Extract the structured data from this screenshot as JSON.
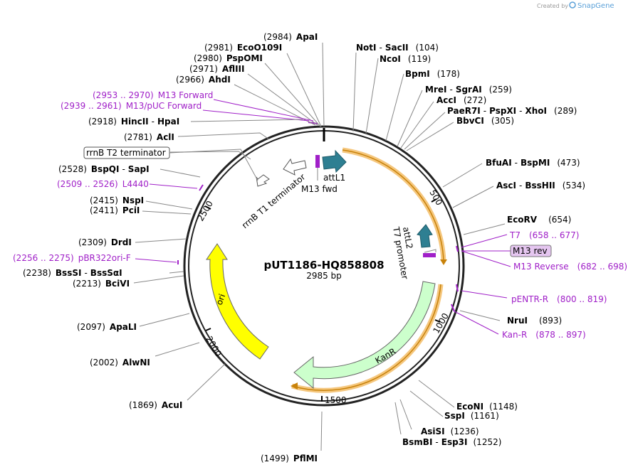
{
  "app": {
    "credit": "Created by",
    "brand": "SnapGene"
  },
  "plasmid": {
    "name": "pUT1186-HQ858808",
    "size_label": "2985 bp",
    "length": 2985
  },
  "ticks": [
    "500",
    "1000",
    "1500",
    "2000",
    "2500"
  ],
  "colors": {
    "backbone": "#222222",
    "primer": "#a020c8",
    "cds_teal": "#2e7f92",
    "kanr_fill": "#ccffcc",
    "ori_fill": "#ffff00",
    "orange_band": "#f5c77e",
    "orange_line": "#c8820a",
    "feature_outline": "#888888"
  },
  "sites": [
    {
      "id": "apai",
      "pos": "(2984)",
      "name": "ApaI"
    },
    {
      "id": "eco0109i",
      "pos": "(2981)",
      "name": "EcoO109I"
    },
    {
      "id": "pspomi",
      "pos": "(2980)",
      "name": "PspOMI"
    },
    {
      "id": "aflii",
      "pos": "(2971)",
      "name": "AflIII"
    },
    {
      "id": "ahdi",
      "pos": "(2966)",
      "name": "AhdI"
    },
    {
      "id": "hincii",
      "pos": "(2918)",
      "name": "HincII",
      "name2": "HpaI"
    },
    {
      "id": "acli",
      "pos": "(2781)",
      "name": "AclI"
    },
    {
      "id": "bspqi",
      "pos": "(2528)",
      "name": "BspQI",
      "name2": "SapI"
    },
    {
      "id": "nspi",
      "pos": "(2415)",
      "name": "NspI"
    },
    {
      "id": "pcii",
      "pos": "(2411)",
      "name": "PciI"
    },
    {
      "id": "drdi",
      "pos": "(2309)",
      "name": "DrdI"
    },
    {
      "id": "bsssi",
      "pos": "(2238)",
      "name": "BssSI",
      "name2": "BssSαI"
    },
    {
      "id": "bcivi",
      "pos": "(2213)",
      "name": "BciVI"
    },
    {
      "id": "apali",
      "pos": "(2097)",
      "name": "ApaLI"
    },
    {
      "id": "alwni",
      "pos": "(2002)",
      "name": "AlwNI"
    },
    {
      "id": "acui",
      "pos": "(1869)",
      "name": "AcuI"
    },
    {
      "id": "pflmi",
      "pos": "(1499)",
      "name": "PflMI"
    },
    {
      "id": "bsmbi",
      "pos": "(1252)",
      "name": "BsmBI",
      "name2": "Esp3I"
    },
    {
      "id": "asisi",
      "pos": "(1236)",
      "name": "AsiSI"
    },
    {
      "id": "sspi",
      "pos": "(1161)",
      "name": "SspI"
    },
    {
      "id": "econi",
      "pos": "(1148)",
      "name": "EcoNI"
    },
    {
      "id": "nrui",
      "pos": "(893)",
      "name": "NruI"
    },
    {
      "id": "ecorv",
      "pos": "(654)",
      "name": "EcoRV"
    },
    {
      "id": "asci",
      "pos": "(534)",
      "name": "AscI",
      "name2": "BssHII"
    },
    {
      "id": "bfuai",
      "pos": "(473)",
      "name": "BfuAI",
      "name2": "BspMI"
    },
    {
      "id": "bbvci",
      "pos": "(305)",
      "name": "BbvCI"
    },
    {
      "id": "paer7i",
      "pos": "(289)",
      "name": "PaeR7I",
      "name2": "PspXI",
      "name3": "XhoI"
    },
    {
      "id": "acci",
      "pos": "(272)",
      "name": "AccI"
    },
    {
      "id": "mrei",
      "pos": "(259)",
      "name": "MreI",
      "name2": "SgrAI"
    },
    {
      "id": "bpmi",
      "pos": "(178)",
      "name": "BpmI"
    },
    {
      "id": "ncoi",
      "pos": "(119)",
      "name": "NcoI"
    },
    {
      "id": "noti",
      "pos": "(104)",
      "name": "NotI",
      "name2": "SacII"
    }
  ],
  "primers": [
    {
      "id": "m13forward",
      "range": "(2953 .. 2970)",
      "name": "M13 Forward"
    },
    {
      "id": "m13puc",
      "range": "(2939 .. 2961)",
      "name": "M13/pUC Forward"
    },
    {
      "id": "l4440",
      "range": "(2509 .. 2526)",
      "name": "L4440"
    },
    {
      "id": "pbr322",
      "range": "(2256 .. 2275)",
      "name": "pBR322ori-F"
    },
    {
      "id": "t7",
      "name": "T7",
      "range": "(658 .. 677)"
    },
    {
      "id": "m13reverse",
      "name": "M13 Reverse",
      "range": "(682 .. 698)"
    },
    {
      "id": "pentr",
      "name": "pENTR-R",
      "range": "(800 .. 819)"
    },
    {
      "id": "kanr",
      "name": "Kan-R",
      "range": "(878 .. 897)"
    }
  ],
  "boxed": {
    "rrnb_t2": "rrnB T2 terminator",
    "m13rev": "M13 rev"
  },
  "features": {
    "attl1": "attL1",
    "m13fwd": "M13 fwd",
    "attl2": "attL2",
    "t7promoter": "T7 promoter",
    "rrnbt1": "rrnB T1 terminator",
    "kanr": "KanR",
    "ori": "ori"
  }
}
